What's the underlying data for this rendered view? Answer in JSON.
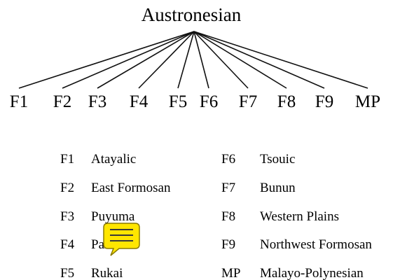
{
  "tree": {
    "root": "Austronesian",
    "leaves": [
      "F1",
      "F2",
      "F3",
      "F4",
      "F5",
      "F6",
      "F7",
      "F8",
      "F9",
      "MP"
    ]
  },
  "legend": {
    "left": [
      {
        "code": "F1",
        "name": "Atayalic"
      },
      {
        "code": "F2",
        "name": "East Formosan"
      },
      {
        "code": "F3",
        "name": "Puyuma"
      },
      {
        "code": "F4",
        "name": "Paiwan"
      },
      {
        "code": "F5",
        "name": "Rukai"
      }
    ],
    "right": [
      {
        "code": "F6",
        "name": "Tsouic"
      },
      {
        "code": "F7",
        "name": "Bunun"
      },
      {
        "code": "F8",
        "name": "Western Plains"
      },
      {
        "code": "F9",
        "name": "Northwest Formosan"
      },
      {
        "code": "MP",
        "name": "Malayo-Polynesian"
      }
    ]
  },
  "annotation": {
    "icon": "comment-icon",
    "fill": "#ffe600",
    "stroke": "#8a7a00"
  }
}
